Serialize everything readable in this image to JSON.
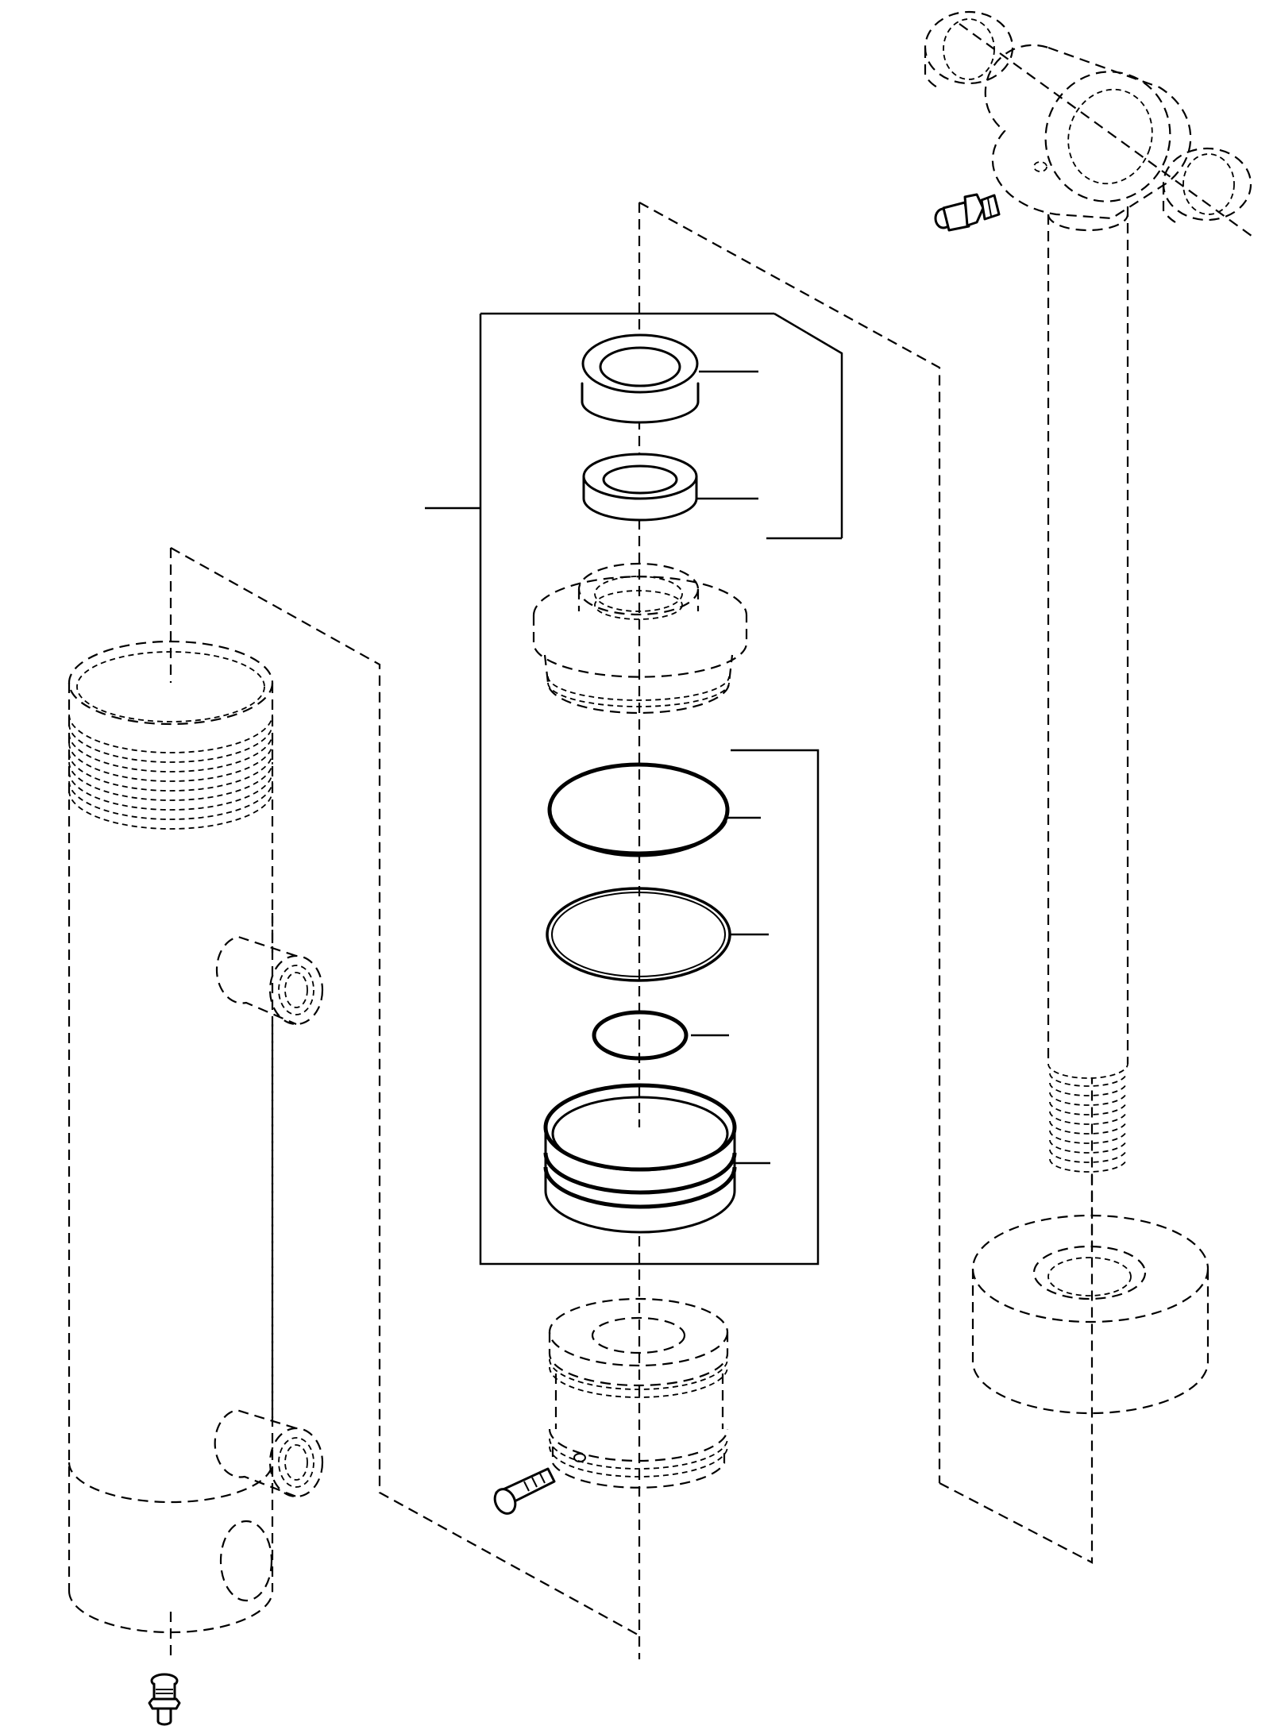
{
  "diagram": {
    "type": "exploded-parts-view",
    "text_labels": [],
    "parts": [
      {
        "id": "cylinder-barrel",
        "rendering": "hidden",
        "icon": "cylinder-barrel-icon"
      },
      {
        "id": "barrel-port-upper",
        "rendering": "hidden",
        "icon": "port-boss-icon"
      },
      {
        "id": "barrel-port-lower",
        "rendering": "hidden",
        "icon": "port-boss-icon"
      },
      {
        "id": "barrel-grease-fitting",
        "rendering": "solid",
        "icon": "grease-fitting-icon"
      },
      {
        "id": "wiper-seal",
        "rendering": "solid",
        "icon": "wiper-seal-icon"
      },
      {
        "id": "rod-seal",
        "rendering": "solid",
        "icon": "rod-seal-icon"
      },
      {
        "id": "gland",
        "rendering": "hidden",
        "icon": "gland-icon"
      },
      {
        "id": "gland-o-ring-backup",
        "rendering": "solid",
        "icon": "o-ring-icon"
      },
      {
        "id": "gland-o-ring",
        "rendering": "solid",
        "icon": "o-ring-icon"
      },
      {
        "id": "small-o-ring",
        "rendering": "solid",
        "icon": "o-ring-icon"
      },
      {
        "id": "piston-seal",
        "rendering": "solid",
        "icon": "piston-seal-icon"
      },
      {
        "id": "piston",
        "rendering": "hidden",
        "icon": "piston-icon"
      },
      {
        "id": "piston-set-screw",
        "rendering": "solid",
        "icon": "set-screw-icon"
      },
      {
        "id": "rod-eye",
        "rendering": "hidden",
        "icon": "rod-eye-icon"
      },
      {
        "id": "rod-eye-bushings",
        "rendering": "hidden",
        "icon": "bushing-icon"
      },
      {
        "id": "rod-grease-fitting",
        "rendering": "solid",
        "icon": "grease-fitting-icon"
      },
      {
        "id": "piston-rod",
        "rendering": "hidden",
        "icon": "piston-rod-icon"
      },
      {
        "id": "rod-nut",
        "rendering": "hidden",
        "icon": "nut-icon"
      }
    ],
    "groups": [
      {
        "id": "seal-kit",
        "members": [
          "wiper-seal",
          "rod-seal",
          "gland-o-ring-backup",
          "gland-o-ring",
          "small-o-ring",
          "piston-seal"
        ]
      },
      {
        "id": "gland-seals",
        "members": [
          "wiper-seal",
          "rod-seal"
        ]
      },
      {
        "id": "piston-seals",
        "members": [
          "gland-o-ring-backup",
          "gland-o-ring",
          "small-o-ring",
          "piston-seal"
        ]
      }
    ],
    "style": {
      "line_color": "#000000",
      "background": "#ffffff"
    }
  }
}
